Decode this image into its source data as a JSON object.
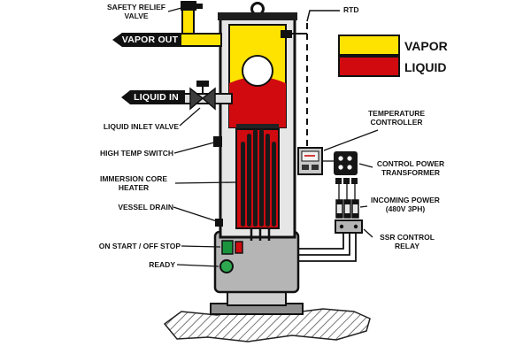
{
  "colors": {
    "vapor": "#FFE300",
    "liquid": "#D10A10",
    "shell": "#E6E6E6",
    "panel": "#B5B5B5",
    "ready_green": "#2EA84F",
    "start_green": "#19933C"
  },
  "legend": {
    "vapor_label": "VAPOR",
    "liquid_label": "LIQUID"
  },
  "banners": {
    "vapor_out": "VAPOR OUT",
    "liquid_in": "LIQUID IN"
  },
  "labels": {
    "safety_relief_valve": "SAFETY RELIEF\nVALVE",
    "rtd": "RTD",
    "liquid_inlet_valve": "LIQUID INLET VALVE",
    "high_temp_switch": "HIGH TEMP SWITCH",
    "immersion_core_heater": "IMMERSION CORE\nHEATER",
    "vessel_drain": "VESSEL DRAIN",
    "on_start_off_stop": "ON START / OFF STOP",
    "ready": "READY",
    "temperature_controller": "TEMPERATURE\nCONTROLLER",
    "control_power_transformer": "CONTROL POWER\nTRANSFORMER",
    "incoming_power": "INCOMING POWER\n(480V 3PH)",
    "ssr_control_relay": "SSR CONTROL\nRELAY"
  }
}
